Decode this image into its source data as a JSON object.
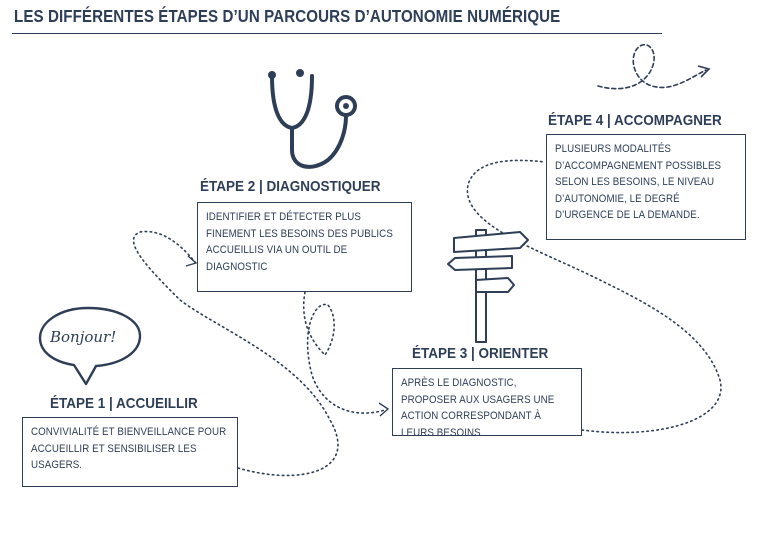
{
  "title": "LES DIFFÉRENTES ÉTAPES D’UN PARCOURS D’AUTONOMIE NUMÉRIQUE",
  "colors": {
    "ink": "#2e3e57",
    "background": "#ffffff"
  },
  "bubble_text": "Bonjour!",
  "steps": [
    {
      "heading": "ÉTAPE 1 | ACCUEILLIR",
      "text": "CONVIVIALITÉ ET BIENVEILLANCE POUR ACCUEILLIR ET SENSIBILISER LES USAGERS.",
      "icon": "speech-bubble-icon"
    },
    {
      "heading": "ÉTAPE 2 | DIAGNOSTIQUER",
      "text": "IDENTIFIER ET DÉTECTER PLUS FINEMENT LES BESOINS DES PUBLICS ACCUEILLIS VIA UN OUTIL DE DIAGNOSTIC",
      "icon": "stethoscope-icon"
    },
    {
      "heading": "ÉTAPE 3 | ORIENTER",
      "text": "APRÈS LE DIAGNOSTIC, PROPOSER AUX USAGERS UNE ACTION CORRESPONDANT À LEURS BESOINS",
      "icon": "signpost-icon"
    },
    {
      "heading": "ÉTAPE 4 | ACCOMPAGNER",
      "text": "PLUSIEURS MODALITÉS D’ACCOMPAGNEMENT POSSIBLES SELON LES BESOINS, LE NIVEAU D’AUTONOMIE, LE DEGRÉ D’URGENCE DE LA DEMANDE.",
      "icon": "loop-arrow-icon"
    }
  ]
}
